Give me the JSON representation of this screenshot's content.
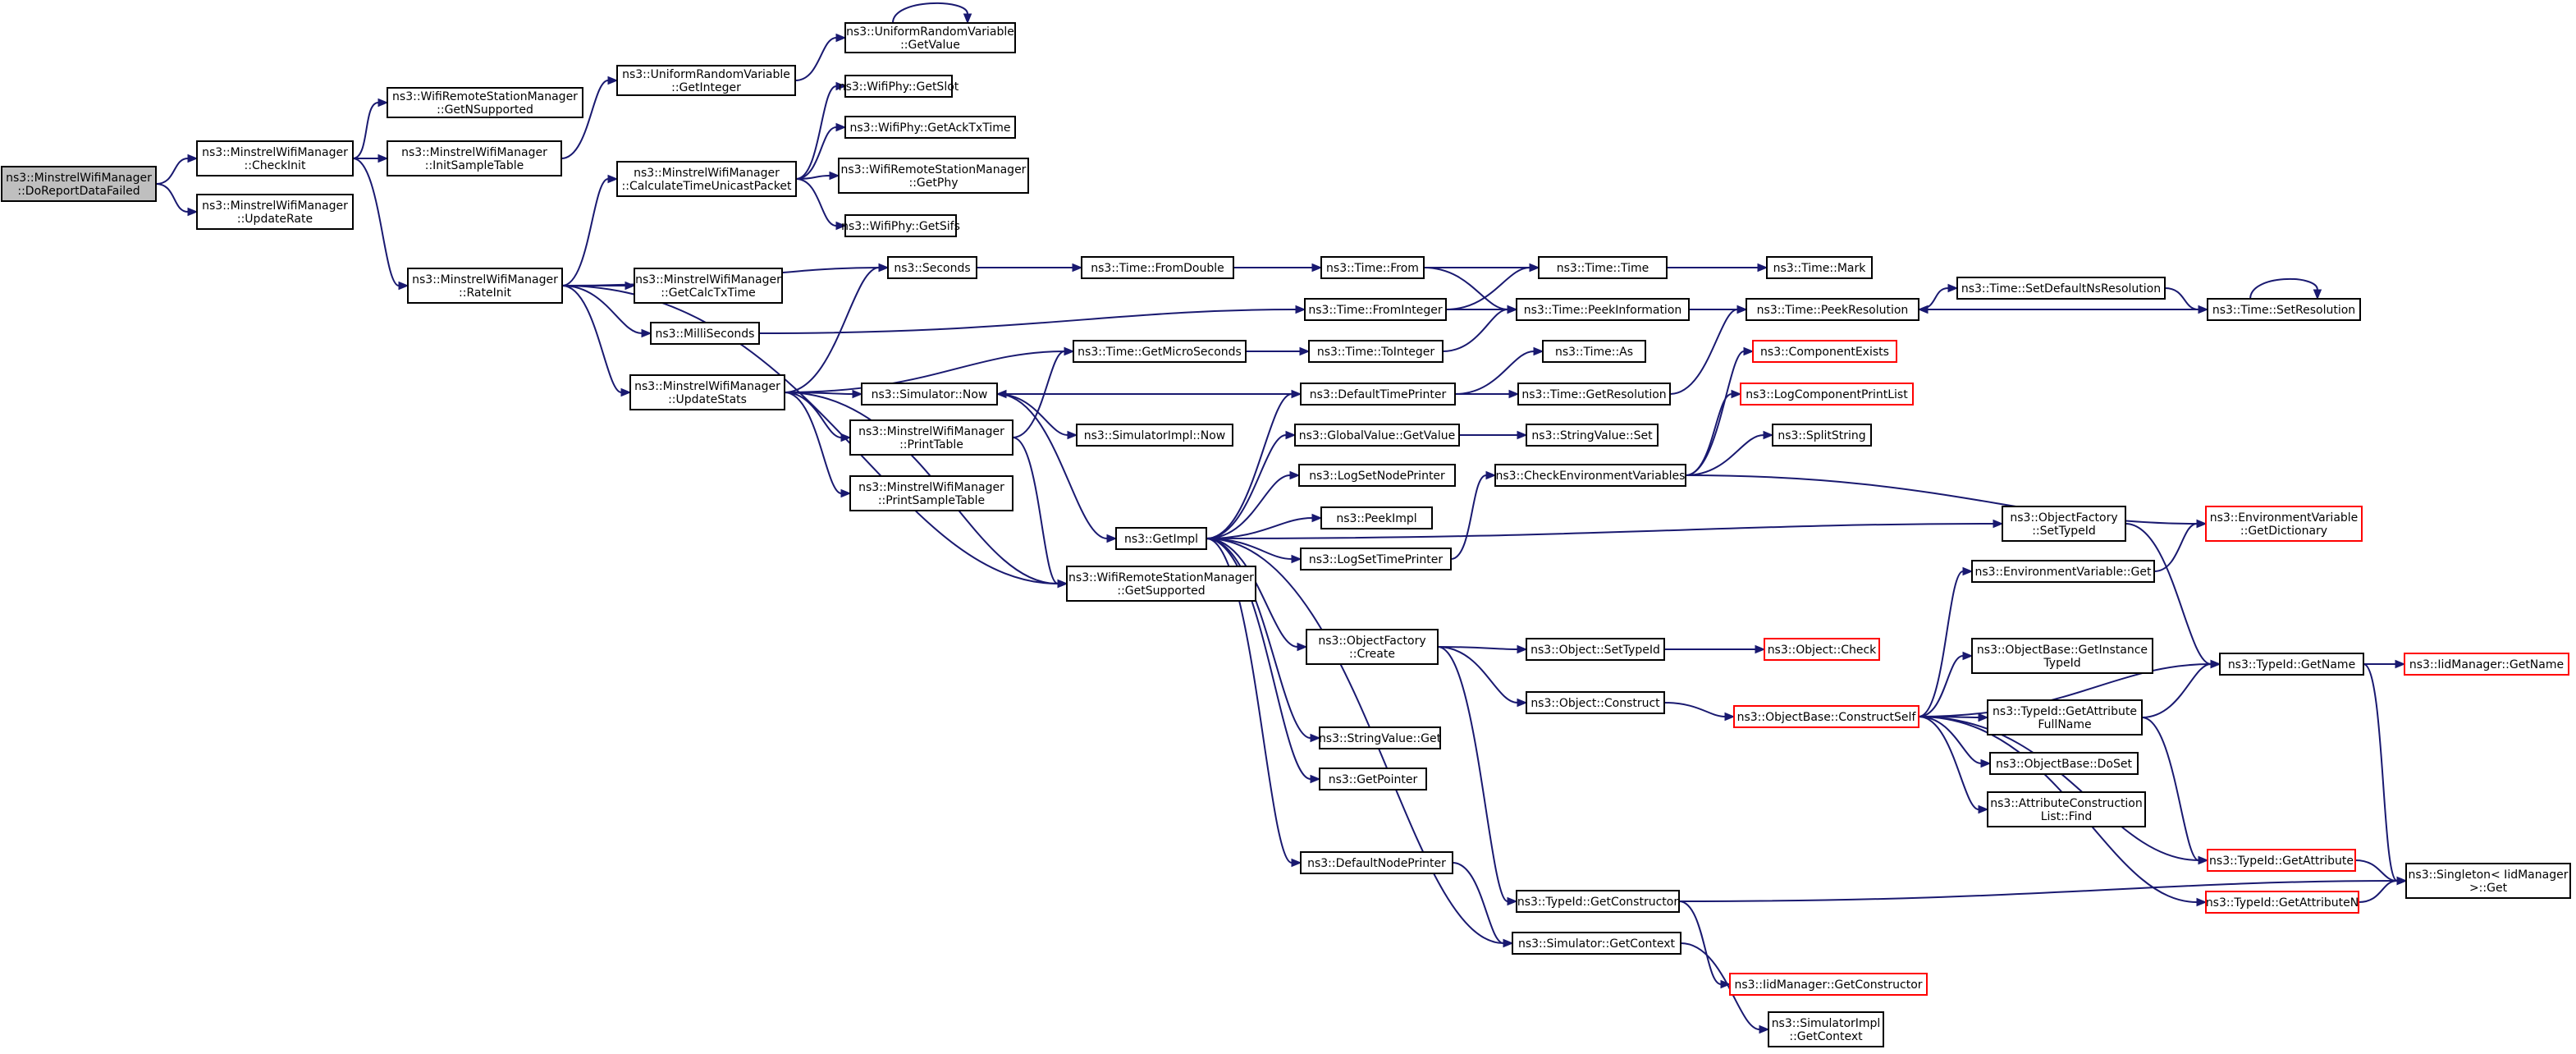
{
  "colors": {
    "edge": "#191970",
    "node_border": "#000000",
    "node_border_truncated": "#ff0000",
    "node_fill": "#ffffff",
    "root_fill": "#bfbfbf",
    "text": "#000000"
  },
  "nodes": [
    {
      "id": "n_root",
      "lines": [
        "ns3::MinstrelWifiManager",
        "::DoReportDataFailed"
      ],
      "style": "root"
    },
    {
      "id": "n_checkinit",
      "lines": [
        "ns3::MinstrelWifiManager",
        "::CheckInit"
      ],
      "style": "normal"
    },
    {
      "id": "n_updaterate",
      "lines": [
        "ns3::MinstrelWifiManager",
        "::UpdateRate"
      ],
      "style": "normal"
    },
    {
      "id": "n_getnsupported",
      "lines": [
        "ns3::WifiRemoteStationManager",
        "::GetNSupported"
      ],
      "style": "normal"
    },
    {
      "id": "n_initsample",
      "lines": [
        "ns3::MinstrelWifiManager",
        "::InitSampleTable"
      ],
      "style": "normal"
    },
    {
      "id": "n_rateinit",
      "lines": [
        "ns3::MinstrelWifiManager",
        "::RateInit"
      ],
      "style": "normal"
    },
    {
      "id": "n_urv_getinteger",
      "lines": [
        "ns3::UniformRandomVariable",
        "::GetInteger"
      ],
      "style": "normal"
    },
    {
      "id": "n_urv_getvalue",
      "lines": [
        "ns3::UniformRandomVariable",
        "::GetValue"
      ],
      "style": "normal"
    },
    {
      "id": "n_calctime",
      "lines": [
        "ns3::MinstrelWifiManager",
        "::CalculateTimeUnicastPacket"
      ],
      "style": "normal"
    },
    {
      "id": "n_getslot",
      "lines": [
        "ns3::WifiPhy::GetSlot"
      ],
      "style": "normal"
    },
    {
      "id": "n_getacktx",
      "lines": [
        "ns3::WifiPhy::GetAckTxTime"
      ],
      "style": "normal"
    },
    {
      "id": "n_getphy",
      "lines": [
        "ns3::WifiRemoteStationManager",
        "::GetPhy"
      ],
      "style": "normal"
    },
    {
      "id": "n_getsifs",
      "lines": [
        "ns3::WifiPhy::GetSifs"
      ],
      "style": "normal"
    },
    {
      "id": "n_seconds",
      "lines": [
        "ns3::Seconds"
      ],
      "style": "normal"
    },
    {
      "id": "n_getcalctx",
      "lines": [
        "ns3::MinstrelWifiManager",
        "::GetCalcTxTime"
      ],
      "style": "normal"
    },
    {
      "id": "n_milliseconds",
      "lines": [
        "ns3::MilliSeconds"
      ],
      "style": "normal"
    },
    {
      "id": "n_updatestats",
      "lines": [
        "ns3::MinstrelWifiManager",
        "::UpdateStats"
      ],
      "style": "normal"
    },
    {
      "id": "n_fromdouble",
      "lines": [
        "ns3::Time::FromDouble"
      ],
      "style": "normal"
    },
    {
      "id": "n_from",
      "lines": [
        "ns3::Time::From"
      ],
      "style": "normal"
    },
    {
      "id": "n_time",
      "lines": [
        "ns3::Time::Time"
      ],
      "style": "normal"
    },
    {
      "id": "n_mark",
      "lines": [
        "ns3::Time::Mark"
      ],
      "style": "normal"
    },
    {
      "id": "n_frominteger",
      "lines": [
        "ns3::Time::FromInteger"
      ],
      "style": "normal"
    },
    {
      "id": "n_peekinfo",
      "lines": [
        "ns3::Time::PeekInformation"
      ],
      "style": "normal"
    },
    {
      "id": "n_peekres",
      "lines": [
        "ns3::Time::PeekResolution"
      ],
      "style": "normal"
    },
    {
      "id": "n_setdefaultns",
      "lines": [
        "ns3::Time::SetDefaultNsResolution"
      ],
      "style": "normal"
    },
    {
      "id": "n_setres",
      "lines": [
        "ns3::Time::SetResolution"
      ],
      "style": "normal"
    },
    {
      "id": "n_getmicro",
      "lines": [
        "ns3::Time::GetMicroSeconds"
      ],
      "style": "normal"
    },
    {
      "id": "n_tointeger",
      "lines": [
        "ns3::Time::ToInteger"
      ],
      "style": "normal"
    },
    {
      "id": "n_as",
      "lines": [
        "ns3::Time::As"
      ],
      "style": "normal"
    },
    {
      "id": "n_simnow",
      "lines": [
        "ns3::Simulator::Now"
      ],
      "style": "normal"
    },
    {
      "id": "n_deftimeprinter",
      "lines": [
        "ns3::DefaultTimePrinter"
      ],
      "style": "normal"
    },
    {
      "id": "n_getresolution",
      "lines": [
        "ns3::Time::GetResolution"
      ],
      "style": "normal"
    },
    {
      "id": "n_compexists",
      "lines": [
        "ns3::ComponentExists"
      ],
      "style": "truncated"
    },
    {
      "id": "n_printtable",
      "lines": [
        "ns3::MinstrelWifiManager",
        "::PrintTable"
      ],
      "style": "normal"
    },
    {
      "id": "n_simimplnow",
      "lines": [
        "ns3::SimulatorImpl::Now"
      ],
      "style": "normal"
    },
    {
      "id": "n_logcomplist",
      "lines": [
        "ns3::LogComponentPrintList"
      ],
      "style": "truncated"
    },
    {
      "id": "n_gvgetvalue",
      "lines": [
        "ns3::GlobalValue::GetValue"
      ],
      "style": "normal"
    },
    {
      "id": "n_svset",
      "lines": [
        "ns3::StringValue::Set"
      ],
      "style": "normal"
    },
    {
      "id": "n_splitstring",
      "lines": [
        "ns3::SplitString"
      ],
      "style": "normal"
    },
    {
      "id": "n_printsample",
      "lines": [
        "ns3::MinstrelWifiManager",
        "::PrintSampleTable"
      ],
      "style": "normal"
    },
    {
      "id": "n_lognodeprinter",
      "lines": [
        "ns3::LogSetNodePrinter"
      ],
      "style": "normal"
    },
    {
      "id": "n_checkenv",
      "lines": [
        "ns3::CheckEnvironmentVariables"
      ],
      "style": "normal"
    },
    {
      "id": "n_peekimpl",
      "lines": [
        "ns3::PeekImpl"
      ],
      "style": "normal"
    },
    {
      "id": "n_getimpl",
      "lines": [
        "ns3::GetImpl"
      ],
      "style": "normal"
    },
    {
      "id": "n_ofsettypeid",
      "lines": [
        "ns3::ObjectFactory",
        "::SetTypeId"
      ],
      "style": "normal"
    },
    {
      "id": "n_envgetdict",
      "lines": [
        "ns3::EnvironmentVariable",
        "::GetDictionary"
      ],
      "style": "truncated"
    },
    {
      "id": "n_logtimeprinter",
      "lines": [
        "ns3::LogSetTimePrinter"
      ],
      "style": "normal"
    },
    {
      "id": "n_getsupported",
      "lines": [
        "ns3::WifiRemoteStationManager",
        "::GetSupported"
      ],
      "style": "normal"
    },
    {
      "id": "n_envget",
      "lines": [
        "ns3::EnvironmentVariable::Get"
      ],
      "style": "normal"
    },
    {
      "id": "n_ofcreate",
      "lines": [
        "ns3::ObjectFactory",
        "::Create"
      ],
      "style": "normal"
    },
    {
      "id": "n_objsettypeid",
      "lines": [
        "ns3::Object::SetTypeId"
      ],
      "style": "normal"
    },
    {
      "id": "n_objcheck",
      "lines": [
        "ns3::Object::Check"
      ],
      "style": "truncated"
    },
    {
      "id": "n_getinstancetid",
      "lines": [
        "ns3::ObjectBase::GetInstance",
        "TypeId"
      ],
      "style": "normal"
    },
    {
      "id": "n_tidgetname",
      "lines": [
        "ns3::TypeId::GetName"
      ],
      "style": "normal"
    },
    {
      "id": "n_iidgetname",
      "lines": [
        "ns3::IidManager::GetName"
      ],
      "style": "truncated"
    },
    {
      "id": "n_objconstruct",
      "lines": [
        "ns3::Object::Construct"
      ],
      "style": "normal"
    },
    {
      "id": "n_constructself",
      "lines": [
        "ns3::ObjectBase::ConstructSelf"
      ],
      "style": "truncated"
    },
    {
      "id": "n_getattrfull",
      "lines": [
        "ns3::TypeId::GetAttribute",
        "FullName"
      ],
      "style": "normal"
    },
    {
      "id": "n_svget",
      "lines": [
        "ns3::StringValue::Get"
      ],
      "style": "normal"
    },
    {
      "id": "n_dosset",
      "lines": [
        "ns3::ObjectBase::DoSet"
      ],
      "style": "normal"
    },
    {
      "id": "n_getpointer",
      "lines": [
        "ns3::GetPointer"
      ],
      "style": "normal"
    },
    {
      "id": "n_attrfind",
      "lines": [
        "ns3::AttributeConstruction",
        "List::Find"
      ],
      "style": "normal"
    },
    {
      "id": "n_defnodeprinter",
      "lines": [
        "ns3::DefaultNodePrinter"
      ],
      "style": "normal"
    },
    {
      "id": "n_getattribute",
      "lines": [
        "ns3::TypeId::GetAttribute"
      ],
      "style": "truncated"
    },
    {
      "id": "n_singleton",
      "lines": [
        "ns3::Singleton< IidManager",
        " >::Get"
      ],
      "style": "normal"
    },
    {
      "id": "n_getconstructor",
      "lines": [
        "ns3::TypeId::GetConstructor"
      ],
      "style": "normal"
    },
    {
      "id": "n_getattributen",
      "lines": [
        "ns3::TypeId::GetAttributeN"
      ],
      "style": "truncated"
    },
    {
      "id": "n_simgetcontext",
      "lines": [
        "ns3::Simulator::GetContext"
      ],
      "style": "normal"
    },
    {
      "id": "n_iidgetconstructor",
      "lines": [
        "ns3::IidManager::GetConstructor"
      ],
      "style": "truncated"
    },
    {
      "id": "n_simimplgetcontext",
      "lines": [
        "ns3::SimulatorImpl",
        "::GetContext"
      ],
      "style": "normal"
    }
  ],
  "edges": [
    [
      "n_root",
      "n_checkinit"
    ],
    [
      "n_root",
      "n_updaterate"
    ],
    [
      "n_checkinit",
      "n_getnsupported"
    ],
    [
      "n_checkinit",
      "n_initsample"
    ],
    [
      "n_checkinit",
      "n_rateinit"
    ],
    [
      "n_initsample",
      "n_urv_getinteger"
    ],
    [
      "n_urv_getinteger",
      "n_urv_getvalue"
    ],
    [
      "n_urv_getvalue",
      "n_urv_getvalue"
    ],
    [
      "n_rateinit",
      "n_calctime"
    ],
    [
      "n_rateinit",
      "n_seconds"
    ],
    [
      "n_rateinit",
      "n_getcalctx"
    ],
    [
      "n_rateinit",
      "n_milliseconds"
    ],
    [
      "n_rateinit",
      "n_updatestats"
    ],
    [
      "n_rateinit",
      "n_getsupported"
    ],
    [
      "n_calctime",
      "n_getslot"
    ],
    [
      "n_calctime",
      "n_getacktx"
    ],
    [
      "n_calctime",
      "n_getphy"
    ],
    [
      "n_calctime",
      "n_getsifs"
    ],
    [
      "n_seconds",
      "n_fromdouble"
    ],
    [
      "n_fromdouble",
      "n_from"
    ],
    [
      "n_from",
      "n_time"
    ],
    [
      "n_time",
      "n_mark"
    ],
    [
      "n_milliseconds",
      "n_frominteger"
    ],
    [
      "n_frominteger",
      "n_time"
    ],
    [
      "n_frominteger",
      "n_peekinfo"
    ],
    [
      "n_from",
      "n_peekinfo"
    ],
    [
      "n_peekinfo",
      "n_peekres"
    ],
    [
      "n_peekres",
      "n_setdefaultns"
    ],
    [
      "n_setdefaultns",
      "n_setres"
    ],
    [
      "n_setres",
      "n_peekres"
    ],
    [
      "n_setres",
      "n_setres"
    ],
    [
      "n_updatestats",
      "n_seconds"
    ],
    [
      "n_updatestats",
      "n_getmicro"
    ],
    [
      "n_updatestats",
      "n_simnow"
    ],
    [
      "n_updatestats",
      "n_printtable"
    ],
    [
      "n_updatestats",
      "n_printsample"
    ],
    [
      "n_updatestats",
      "n_getsupported"
    ],
    [
      "n_getmicro",
      "n_tointeger"
    ],
    [
      "n_tointeger",
      "n_peekinfo"
    ],
    [
      "n_simnow",
      "n_simimplnow"
    ],
    [
      "n_simnow",
      "n_getimpl"
    ],
    [
      "n_printtable",
      "n_getmicro"
    ],
    [
      "n_printtable",
      "n_getsupported"
    ],
    [
      "n_getimpl",
      "n_deftimeprinter"
    ],
    [
      "n_getimpl",
      "n_gvgetvalue"
    ],
    [
      "n_getimpl",
      "n_lognodeprinter"
    ],
    [
      "n_getimpl",
      "n_peekimpl"
    ],
    [
      "n_getimpl",
      "n_logtimeprinter"
    ],
    [
      "n_getimpl",
      "n_ofsettypeid"
    ],
    [
      "n_getimpl",
      "n_ofcreate"
    ],
    [
      "n_getimpl",
      "n_svget"
    ],
    [
      "n_getimpl",
      "n_getpointer"
    ],
    [
      "n_getimpl",
      "n_defnodeprinter"
    ],
    [
      "n_getimpl",
      "n_simgetcontext"
    ],
    [
      "n_deftimeprinter",
      "n_simnow"
    ],
    [
      "n_deftimeprinter",
      "n_as"
    ],
    [
      "n_deftimeprinter",
      "n_getresolution"
    ],
    [
      "n_getresolution",
      "n_peekres"
    ],
    [
      "n_gvgetvalue",
      "n_svset"
    ],
    [
      "n_logtimeprinter",
      "n_checkenv"
    ],
    [
      "n_checkenv",
      "n_compexists"
    ],
    [
      "n_checkenv",
      "n_logcomplist"
    ],
    [
      "n_checkenv",
      "n_splitstring"
    ],
    [
      "n_checkenv",
      "n_envgetdict"
    ],
    [
      "n_ofsettypeid",
      "n_tidgetname"
    ],
    [
      "n_envget",
      "n_envgetdict"
    ],
    [
      "n_ofcreate",
      "n_objsettypeid"
    ],
    [
      "n_ofcreate",
      "n_objconstruct"
    ],
    [
      "n_ofcreate",
      "n_getconstructor"
    ],
    [
      "n_objsettypeid",
      "n_objcheck"
    ],
    [
      "n_objconstruct",
      "n_constructself"
    ],
    [
      "n_constructself",
      "n_envget"
    ],
    [
      "n_constructself",
      "n_getinstancetid"
    ],
    [
      "n_constructself",
      "n_tidgetname"
    ],
    [
      "n_constructself",
      "n_getattrfull"
    ],
    [
      "n_constructself",
      "n_dosset"
    ],
    [
      "n_constructself",
      "n_attrfind"
    ],
    [
      "n_constructself",
      "n_getattribute"
    ],
    [
      "n_constructself",
      "n_getattributen"
    ],
    [
      "n_getattrfull",
      "n_tidgetname"
    ],
    [
      "n_getattrfull",
      "n_getattribute"
    ],
    [
      "n_tidgetname",
      "n_iidgetname"
    ],
    [
      "n_tidgetname",
      "n_singleton"
    ],
    [
      "n_getattribute",
      "n_singleton"
    ],
    [
      "n_getattributen",
      "n_singleton"
    ],
    [
      "n_getconstructor",
      "n_singleton"
    ],
    [
      "n_getconstructor",
      "n_iidgetconstructor"
    ],
    [
      "n_defnodeprinter",
      "n_simgetcontext"
    ],
    [
      "n_simgetcontext",
      "n_simimplgetcontext"
    ]
  ]
}
